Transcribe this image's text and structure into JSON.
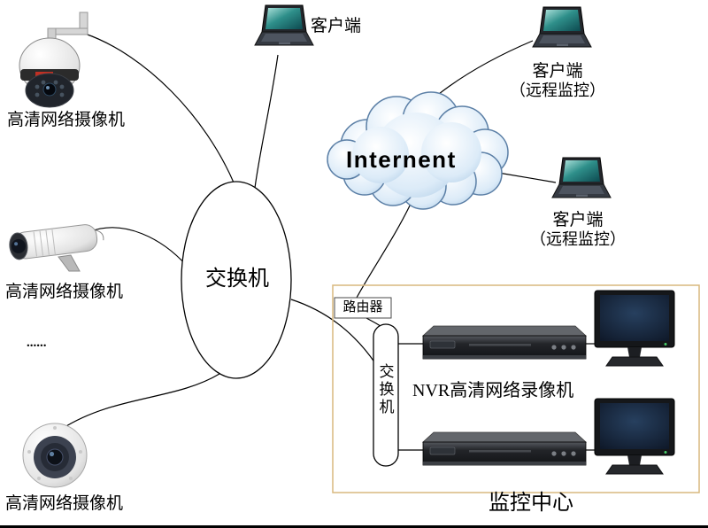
{
  "colors": {
    "monitor_center_box_border": "#d9b87f",
    "cloud_fill": "#cfe3f5",
    "cloud_stroke": "#5b7fa6"
  },
  "diagram": {
    "cameras": {
      "ptz_label": "高清网络摄像机",
      "bullet_label": "高清网络摄像机",
      "dome_label": "高清网络摄像机",
      "ellipsis": "......"
    },
    "main_switch_label": "交换机",
    "lan_client_label": "客户端",
    "internet_label": "Internent",
    "remote_client_1": {
      "label": "客户端",
      "sublabel": "（远程监控）"
    },
    "remote_client_2": {
      "label": "客户端",
      "sublabel": "（远程监控）"
    },
    "monitoring_center": {
      "router_label": "路由器",
      "switch_label": "交换机",
      "nvr_label": "NVR高清网络录像机",
      "title": "监控中心"
    }
  }
}
